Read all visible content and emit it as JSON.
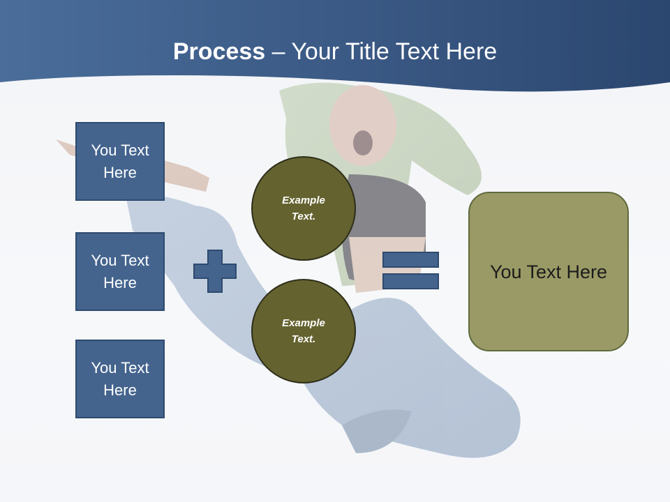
{
  "slide": {
    "title_bold": "Process",
    "title_rest": " – Your Title Text Here"
  },
  "inputs": [
    {
      "label": "You Text Here"
    },
    {
      "label": "You Text Here"
    },
    {
      "label": "You Text Here"
    }
  ],
  "circles": [
    {
      "label": "Example Text."
    },
    {
      "label": "Example Text."
    }
  ],
  "result": {
    "label": "You Text Here"
  },
  "operators": {
    "plus": "plus-sign",
    "equals": "equals-sign"
  },
  "colors": {
    "header_dark": "#2b4770",
    "header_light": "#4a6d9a",
    "box_blue": "#44648e",
    "circle_olive": "#64622f",
    "result_olive": "#9a9a67"
  }
}
